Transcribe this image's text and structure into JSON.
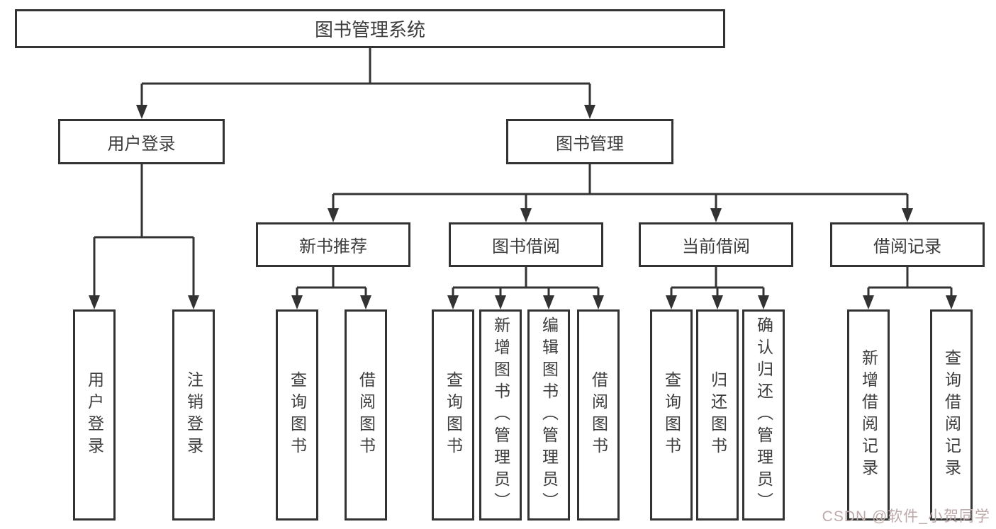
{
  "diagram_title": "图书管理系统",
  "tree": {
    "root": {
      "label": "图书管理系统"
    },
    "branches": [
      {
        "label": "用户登录",
        "children": [
          {
            "label": "用户登录"
          },
          {
            "label": "注销登录"
          }
        ]
      },
      {
        "label": "图书管理",
        "children": [
          {
            "label": "新书推荐",
            "children": [
              {
                "label": "查询图书"
              },
              {
                "label": "借阅图书"
              }
            ]
          },
          {
            "label": "图书借阅",
            "children": [
              {
                "label": "查询图书"
              },
              {
                "label": "新增图书（管理员）"
              },
              {
                "label": "编辑图书（管理员）"
              },
              {
                "label": "借阅图书"
              }
            ]
          },
          {
            "label": "当前借阅",
            "children": [
              {
                "label": "查询图书"
              },
              {
                "label": "归还图书"
              },
              {
                "label": "确认归还（管理员）"
              }
            ]
          },
          {
            "label": "借阅记录",
            "children": [
              {
                "label": "新增借阅记录"
              },
              {
                "label": "查询借阅记录"
              }
            ]
          }
        ]
      }
    ]
  },
  "watermark": {
    "text": "CSDN @软件_小贺同学",
    "color": "#bfaaaa"
  },
  "colors": {
    "line": "#333333",
    "box_border": "#333333",
    "text": "#3d3d3d",
    "background": "#ffffff"
  }
}
